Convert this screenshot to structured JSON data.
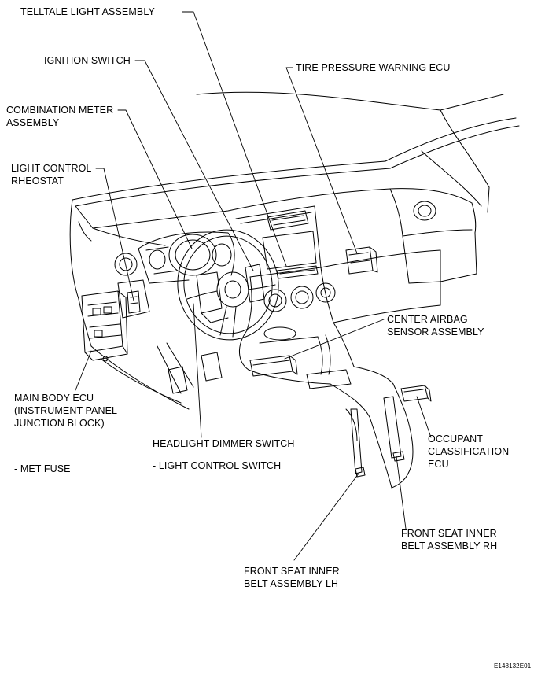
{
  "labels": {
    "telltale_light_assembly": "TELLTALE LIGHT ASSEMBLY",
    "ignition_switch": "IGNITION SWITCH",
    "tire_pressure_warning_ecu": "TIRE PRESSURE WARNING ECU",
    "combination_meter_assembly": [
      "COMBINATION METER",
      "ASSEMBLY"
    ],
    "light_control_rheostat": [
      "LIGHT CONTROL",
      "RHEOSTAT"
    ],
    "center_airbag_sensor_assembly": [
      "CENTER AIRBAG",
      "SENSOR ASSEMBLY"
    ],
    "main_body_ecu": [
      "MAIN BODY ECU",
      "(INSTRUMENT PANEL",
      "JUNCTION BLOCK)"
    ],
    "met_fuse": "- MET FUSE",
    "headlight_dimmer_switch": "HEADLIGHT DIMMER SWITCH",
    "light_control_switch": "- LIGHT CONTROL SWITCH",
    "occupant_classification_ecu": [
      "OCCUPANT",
      "CLASSIFICATION",
      "ECU"
    ],
    "front_seat_inner_belt_rh": [
      "FRONT SEAT INNER",
      "BELT ASSEMBLY RH"
    ],
    "front_seat_inner_belt_lh": [
      "FRONT SEAT INNER",
      "BELT ASSEMBLY LH"
    ],
    "figure_code": "E148132E01"
  },
  "colors": {
    "line": "#000000",
    "background": "#ffffff"
  }
}
